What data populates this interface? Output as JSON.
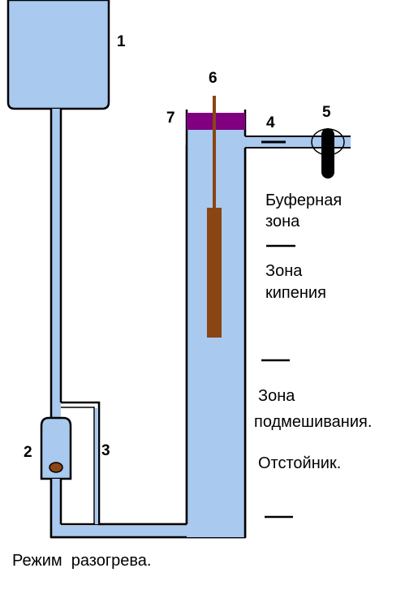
{
  "labels": {
    "n1": "1",
    "n2": "2",
    "n3": "3",
    "n4": "4",
    "n5": "5",
    "n6": "6",
    "n7": "7"
  },
  "zones": {
    "buffer_line1": "Буферная",
    "buffer_line2": "зона",
    "boiling_line1": "Зона",
    "boiling_line2": "кипения",
    "mixing_line1": "Зона",
    "mixing_line2": "подмешивания.",
    "settler": "Отстойник."
  },
  "caption": "Режим  разогрева.",
  "colors": {
    "liquid": "#a9c9ef",
    "stroke": "#000000",
    "heater": "#8b4513",
    "plug": "#800080",
    "thermometer": "#000000"
  }
}
